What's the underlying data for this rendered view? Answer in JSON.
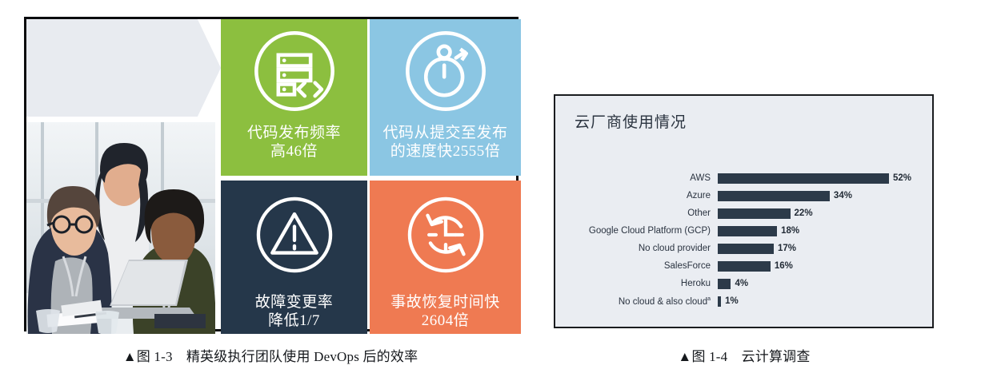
{
  "figure_left": {
    "caption": "▲图 1-3　精英级执行团队使用 DevOps 后的效率",
    "photo_alt": "three-women-at-laptop-photo",
    "tiles": [
      {
        "id": "code-release-frequency",
        "icon": "server-code-icon",
        "label": "代码发布频率\n高46倍",
        "color": "#8cbf3f"
      },
      {
        "id": "commit-to-release-speed",
        "icon": "stopwatch-icon",
        "label": "代码从提交至发布\n的速度快2555倍",
        "color": "#8bc6e3"
      },
      {
        "id": "change-failure-rate",
        "icon": "warning-triangle-icon",
        "label": "故障变更率\n降低1/7",
        "color": "#25374a"
      },
      {
        "id": "incident-recovery-time",
        "icon": "clock-restore-icon",
        "label": "事故恢复时间快\n2604倍",
        "color": "#ef7a52"
      }
    ]
  },
  "figure_right": {
    "caption": "▲图 1-4　云计算调查",
    "panel_bg": "#eaedf2",
    "chart_data": {
      "type": "bar",
      "orientation": "horizontal",
      "title": "云厂商使用情况",
      "xlabel": "",
      "ylabel": "",
      "xlim": [
        0,
        52
      ],
      "grid": false,
      "legend": null,
      "bar_color": "#2c3a49",
      "categories": [
        "AWS",
        "Azure",
        "Other",
        "Google Cloud Platform (GCP)",
        "No cloud provider",
        "SalesForce",
        "Heroku",
        "No cloud  & also cloud"
      ],
      "category_superscripts": [
        "",
        "",
        "",
        "",
        "",
        "",
        "",
        "a"
      ],
      "values": [
        52,
        34,
        22,
        18,
        17,
        16,
        4,
        1
      ],
      "value_labels": [
        "52%",
        "34%",
        "22%",
        "18%",
        "17%",
        "16%",
        "4%",
        "1%"
      ]
    }
  }
}
